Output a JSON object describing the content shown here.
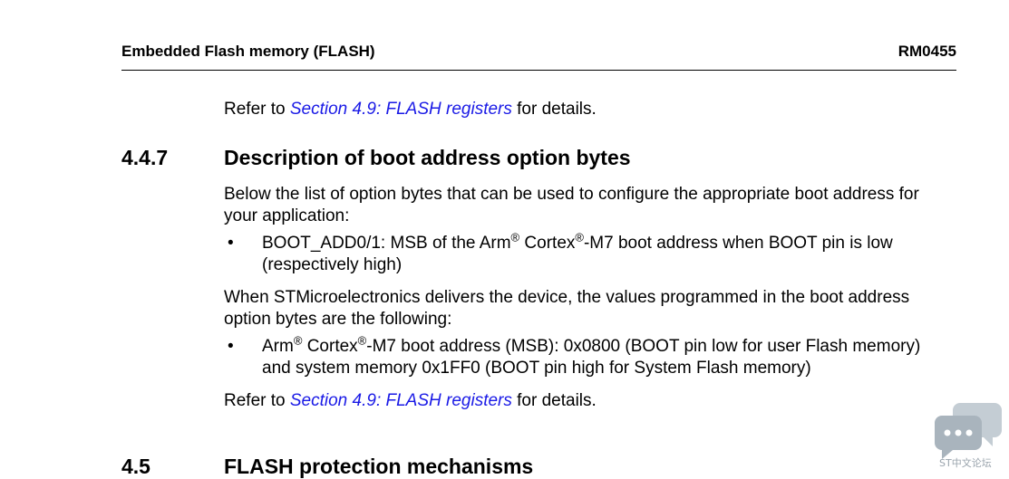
{
  "header": {
    "title": "Embedded Flash memory (FLASH)",
    "doc_ref": "RM0455"
  },
  "refer1": {
    "prefix": "Refer to ",
    "link": "Section 4.9: FLASH registers",
    "suffix": " for details."
  },
  "section_447": {
    "number": "4.4.7",
    "title": "Description of boot address option bytes",
    "intro_line1": "Below the list of option bytes that can be used to configure the appropriate boot address for",
    "intro_line2": "your application:",
    "bullet1": {
      "symbol": "•",
      "line1_a": "BOOT_ADD0/1: MSB of the Arm",
      "reg": "®",
      "line1_b": " Cortex",
      "line1_c": "-M7 boot address when BOOT pin is low",
      "line2": "(respectively high)"
    },
    "para2_line1": "When STMicroelectronics delivers the device, the values programmed in the boot address",
    "para2_line2": "option bytes are the following:",
    "bullet2": {
      "symbol": "•",
      "line1_a": "Arm",
      "line1_b": " Cortex",
      "line1_c": "-M7 boot address (MSB): 0x0800 (BOOT pin low for user Flash memory)",
      "line2": "and system memory 0x1FF0 (BOOT pin high for System Flash memory)"
    }
  },
  "refer2": {
    "prefix": "Refer to ",
    "link": "Section 4.9: FLASH registers",
    "suffix": " for details."
  },
  "section_45": {
    "number": "4.5",
    "title": "FLASH protection mechanisms"
  },
  "watermark": {
    "text": "ST中文论坛",
    "icon": "chat-bubbles-icon",
    "color": "#b8c2cb"
  }
}
